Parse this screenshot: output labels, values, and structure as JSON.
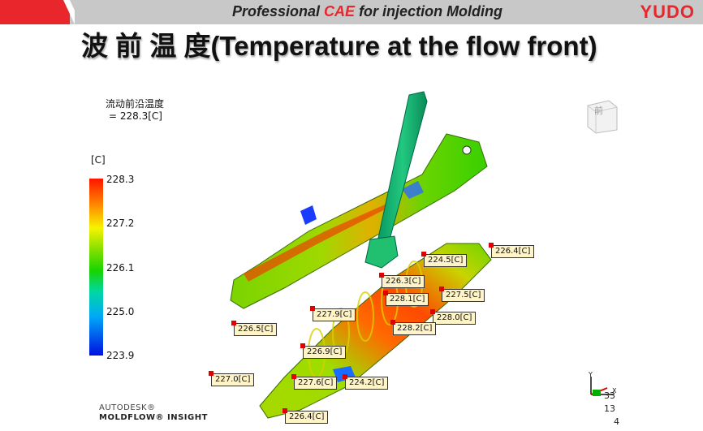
{
  "header": {
    "title_prefix": "Professional ",
    "title_accent": "CAE",
    "title_suffix": " for injection Molding",
    "brand": "YUDO"
  },
  "slide": {
    "title": "波 前 温 度(Temperature at the flow front)"
  },
  "result": {
    "name": "流动前沿温度",
    "value": "= 228.3[C]"
  },
  "legend": {
    "unit": "[C]",
    "ticks": [
      "228.3",
      "227.2",
      "226.1",
      "225.0",
      "223.9"
    ]
  },
  "probes": [
    "226.4[C]",
    "224.5[C]",
    "226.3[C]",
    "227.5[C]",
    "228.1[C]",
    "227.9[C]",
    "228.0[C]",
    "228.2[C]",
    "226.5[C]",
    "226.9[C]",
    "227.0[C]",
    "227.6[C]",
    "224.2[C]",
    "226.4[C]"
  ],
  "view_cube_label": "前",
  "scale_numbers": [
    "33",
    "13",
    "4"
  ],
  "footer": {
    "vendor": "AUTODESK®",
    "product": "MOLDFLOW® INSIGHT"
  },
  "colors": {
    "brand": "#e8262b",
    "header_bg": "#c8c8c8",
    "probe_bg": "#fff4c8"
  }
}
